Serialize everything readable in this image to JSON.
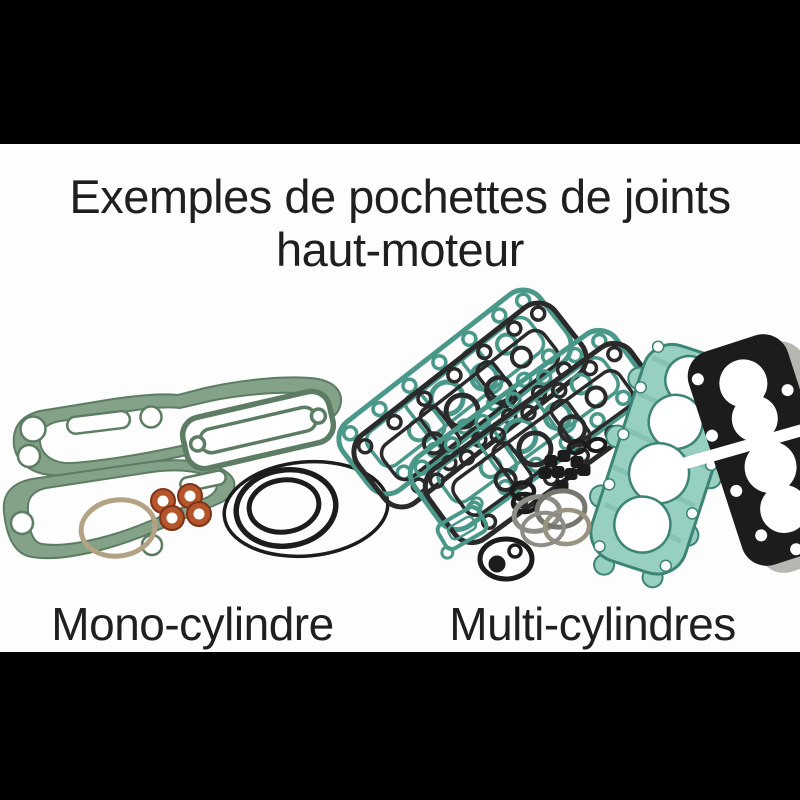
{
  "title": {
    "line1": "Exemples de pochettes de joints",
    "line2": "haut-moteur"
  },
  "labels": {
    "left": "Mono-cylindre",
    "right": "Multi-cylindres"
  },
  "colors": {
    "bg": "#fdfdfd",
    "band": "#000000",
    "text": "#1f1f1f",
    "green": "#84a287",
    "green_dark": "#5c7d63",
    "teal": "#49988a",
    "teal_dark": "#3c8476",
    "teal_fill": "#97cfc0",
    "copper": "#b4552b",
    "copper_dark": "#7e3317",
    "tan": "#b3a284",
    "black_part": "#1c1c1c",
    "steel": "#8d8d87",
    "steel_dark": "#76766f",
    "brass": "#9a937f",
    "metal": "#b7b7b2",
    "hole": "#ffffff"
  }
}
